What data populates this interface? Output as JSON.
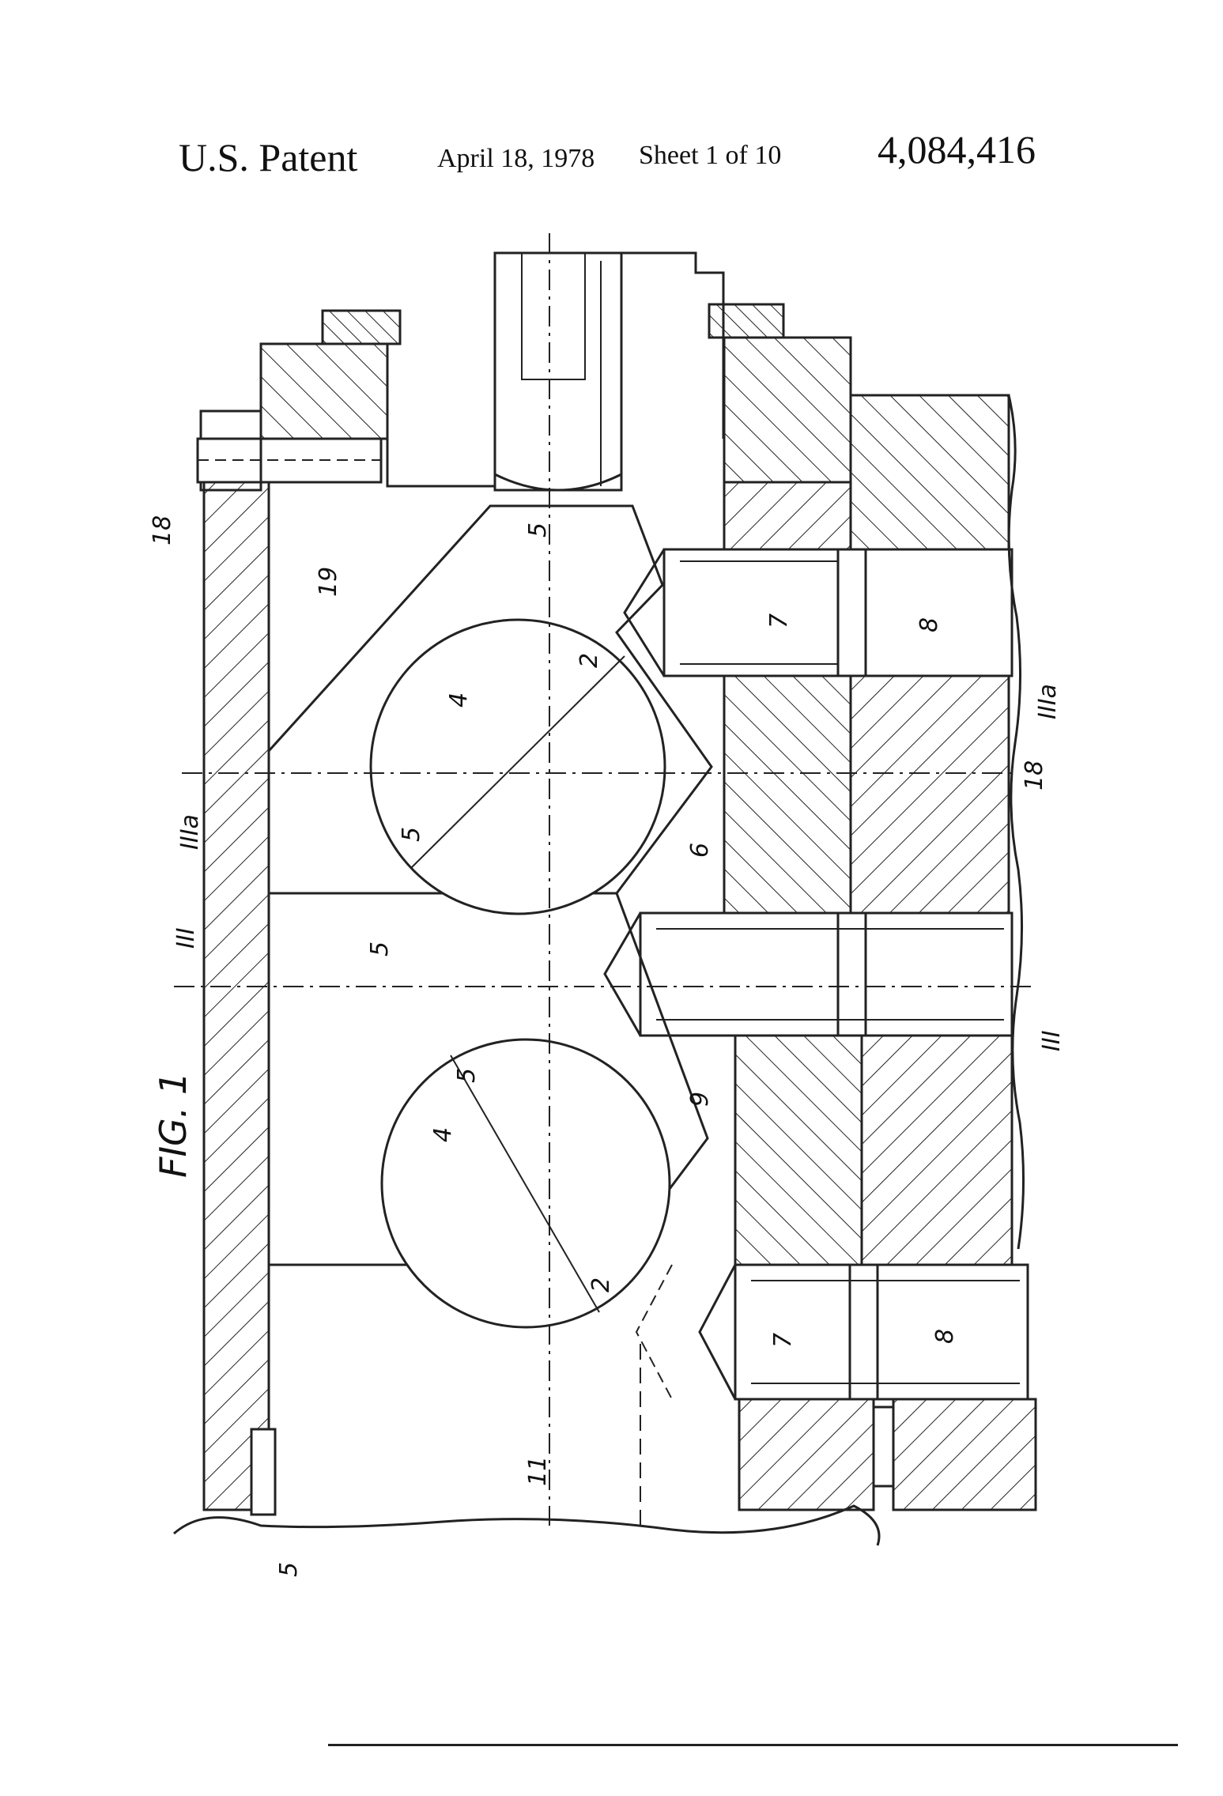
{
  "header": {
    "title": "U.S. Patent",
    "date": "April 18, 1978",
    "sheet": "Sheet 1 of 10",
    "patent_number": "4,084,416"
  },
  "figure": {
    "label": "FIG. 1",
    "reference_numerals": {
      "r4a": "4",
      "r4b": "4",
      "r5a": "5",
      "r5b": "5",
      "r5c": "5",
      "r5d": "5",
      "r5e": "5",
      "r6": "6",
      "r9": "9",
      "r7a": "7",
      "r7b": "7",
      "r8a": "8",
      "r8b": "8",
      "r11": "11",
      "r18a": "18",
      "r18b": "18",
      "r19": "19",
      "r2a": "2",
      "r2b": "2"
    },
    "section_marks": {
      "s3a_left": "IIIa",
      "s3a_right": "IIIa",
      "s3_left": "III",
      "s3_right": "III"
    }
  }
}
